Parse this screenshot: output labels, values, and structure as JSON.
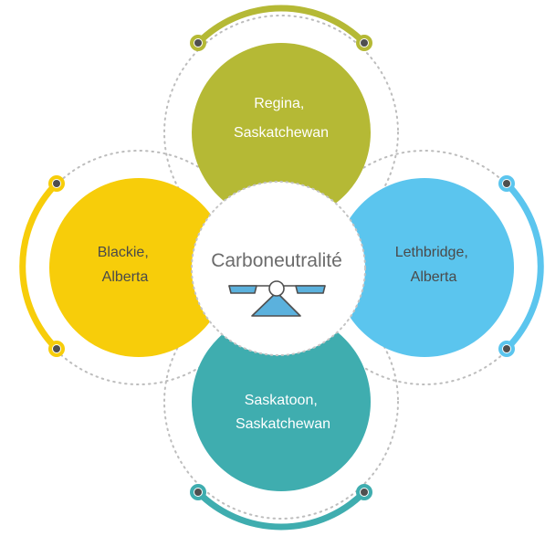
{
  "center": {
    "label": "Carboneutralité",
    "icon": "balance-scale-icon"
  },
  "nodes": {
    "top": {
      "line1": "Regina,",
      "line2": "Saskatchewan"
    },
    "left": {
      "line1": "Blackie,",
      "line2": "Alberta"
    },
    "right": {
      "line1": "Lethbridge,",
      "line2": "Alberta"
    },
    "bottom": {
      "line1": "Saskatoon,",
      "line2": "Saskatchewan"
    }
  },
  "colors": {
    "top": "#b5b935",
    "left": "#f7cd0a",
    "right": "#5bc5ee",
    "bottom": "#3fadaf",
    "center_fill": "#ffffff",
    "dots": "#bdbdbd",
    "endpoint": "#4f4f4f",
    "icon": "#5bb1dd"
  }
}
